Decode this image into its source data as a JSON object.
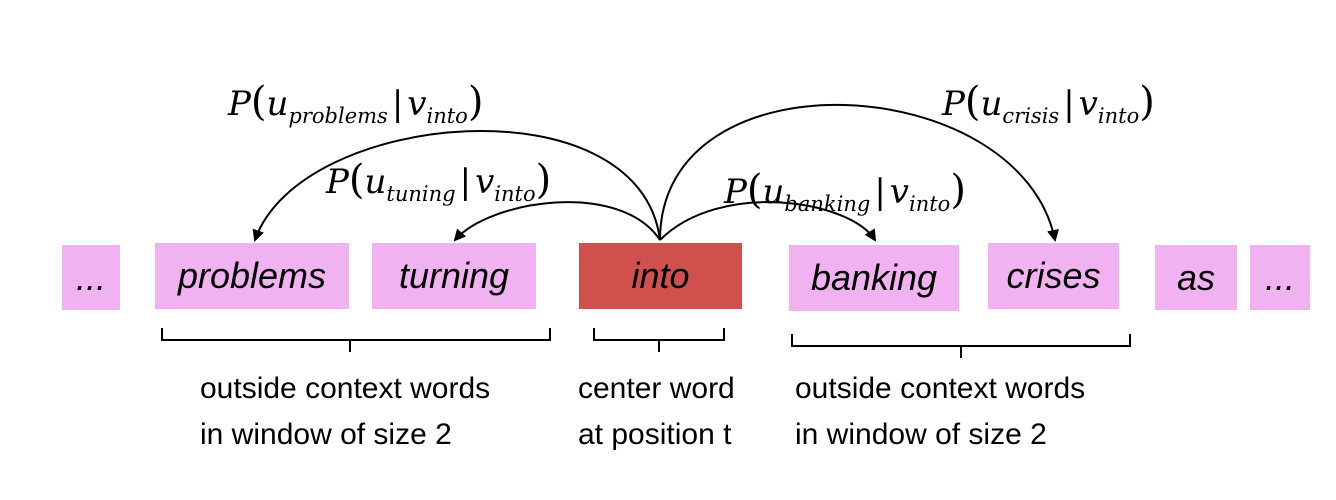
{
  "words": [
    {
      "text": "...",
      "role": "context"
    },
    {
      "text": "problems",
      "role": "context"
    },
    {
      "text": "turning",
      "role": "context"
    },
    {
      "text": "into",
      "role": "center"
    },
    {
      "text": "banking",
      "role": "context"
    },
    {
      "text": "crises",
      "role": "context"
    },
    {
      "text": "as",
      "role": "context"
    },
    {
      "text": "...",
      "role": "context"
    }
  ],
  "captions": {
    "left": {
      "line1": "outside context words",
      "line2": "in window of size 2"
    },
    "center": {
      "line1": "center word",
      "line2": "at position t"
    },
    "right": {
      "line1": "outside context words",
      "line2": "in window of size 2"
    }
  },
  "probabilities": [
    {
      "fn": "P",
      "u_sub": "problems",
      "v_sub": "into"
    },
    {
      "fn": "P",
      "u_sub": "tuning",
      "v_sub": "into"
    },
    {
      "fn": "P",
      "u_sub": "banking",
      "v_sub": "into"
    },
    {
      "fn": "P",
      "u_sub": "crisis",
      "v_sub": "into"
    }
  ],
  "colors": {
    "context_box": "#f0b2f0",
    "center_box": "#d0504e",
    "lines": "#000000"
  }
}
